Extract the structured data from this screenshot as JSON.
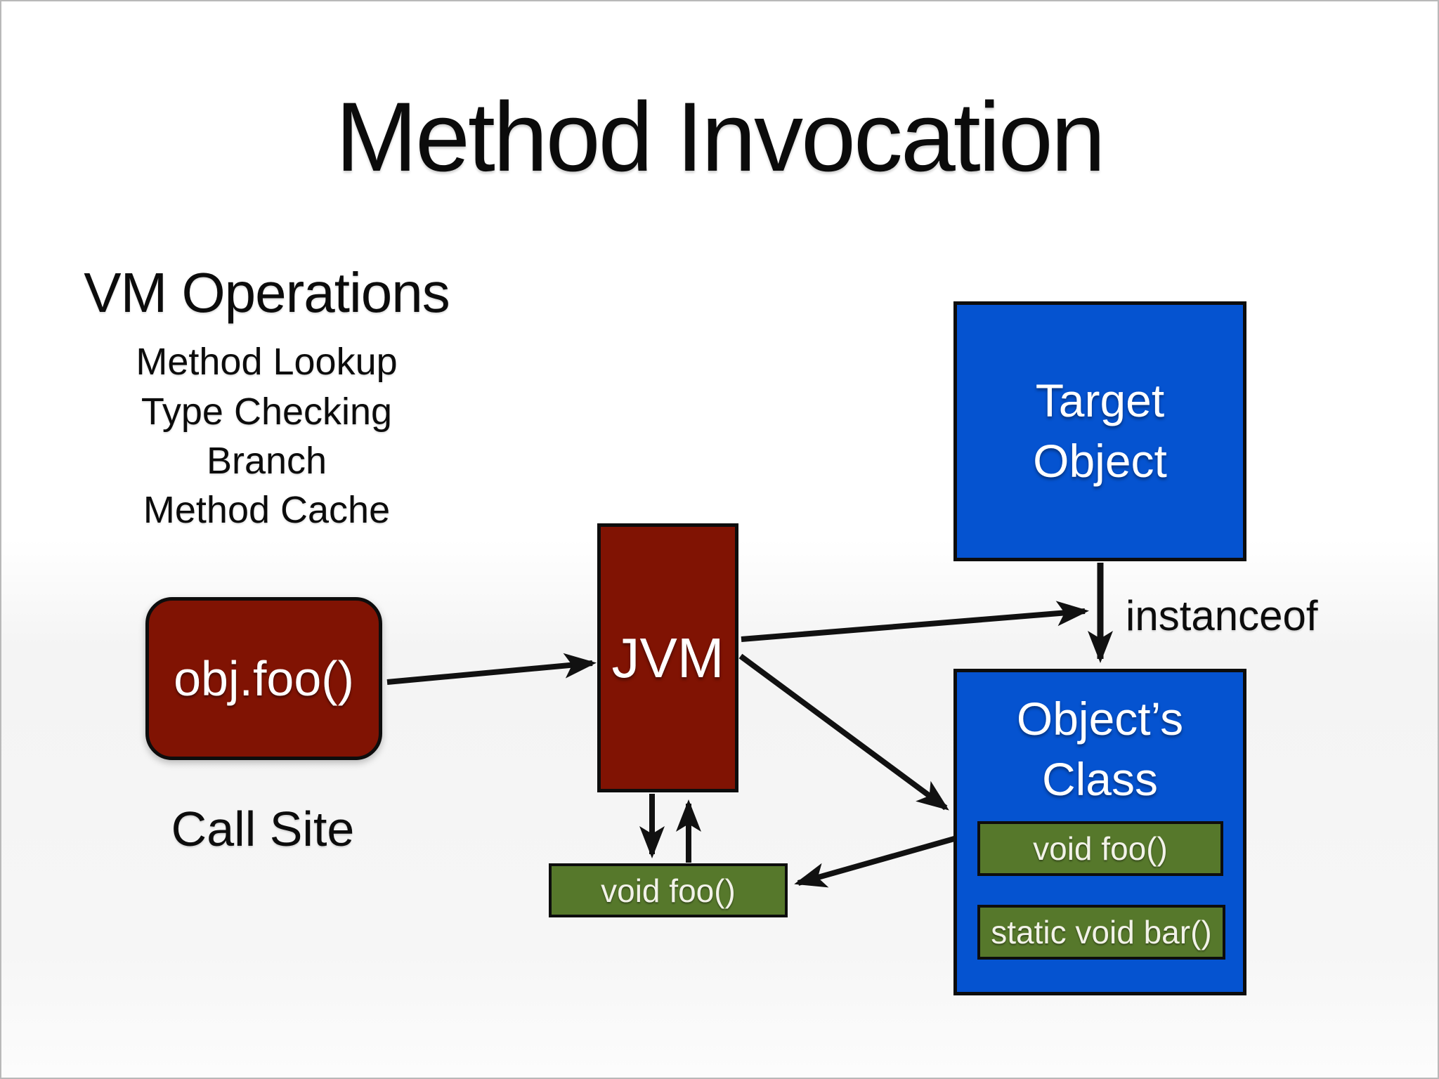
{
  "slide": {
    "title": "Method Invocation",
    "vm_operations": {
      "heading": "VM Operations",
      "items": [
        "Method Lookup",
        "Type Checking",
        "Branch",
        "Method Cache"
      ]
    },
    "call_site": {
      "box_label": "obj.foo()",
      "caption": "Call Site"
    },
    "jvm": {
      "label": "JVM"
    },
    "target_object": {
      "label": "Target\nObject"
    },
    "objects_class": {
      "label": "Object’s\nClass",
      "methods": [
        "void foo()",
        "static void bar()"
      ]
    },
    "compiled_method": {
      "label": "void foo()"
    },
    "instanceof_label": "instanceof",
    "edges": [
      {
        "from": "call-site",
        "to": "jvm"
      },
      {
        "from": "jvm",
        "to": "instanceof-check"
      },
      {
        "from": "target-object",
        "to": "objects-class",
        "label": "instanceof"
      },
      {
        "from": "jvm",
        "to": "objects-class"
      },
      {
        "from": "jvm",
        "to": "compiled-void-foo"
      },
      {
        "from": "compiled-void-foo",
        "to": "jvm"
      },
      {
        "from": "objects-class",
        "to": "compiled-void-foo"
      }
    ],
    "colors": {
      "box_red": "#801303",
      "box_blue": "#0553d0",
      "box_green": "#56782b",
      "ink": "#111111"
    }
  }
}
